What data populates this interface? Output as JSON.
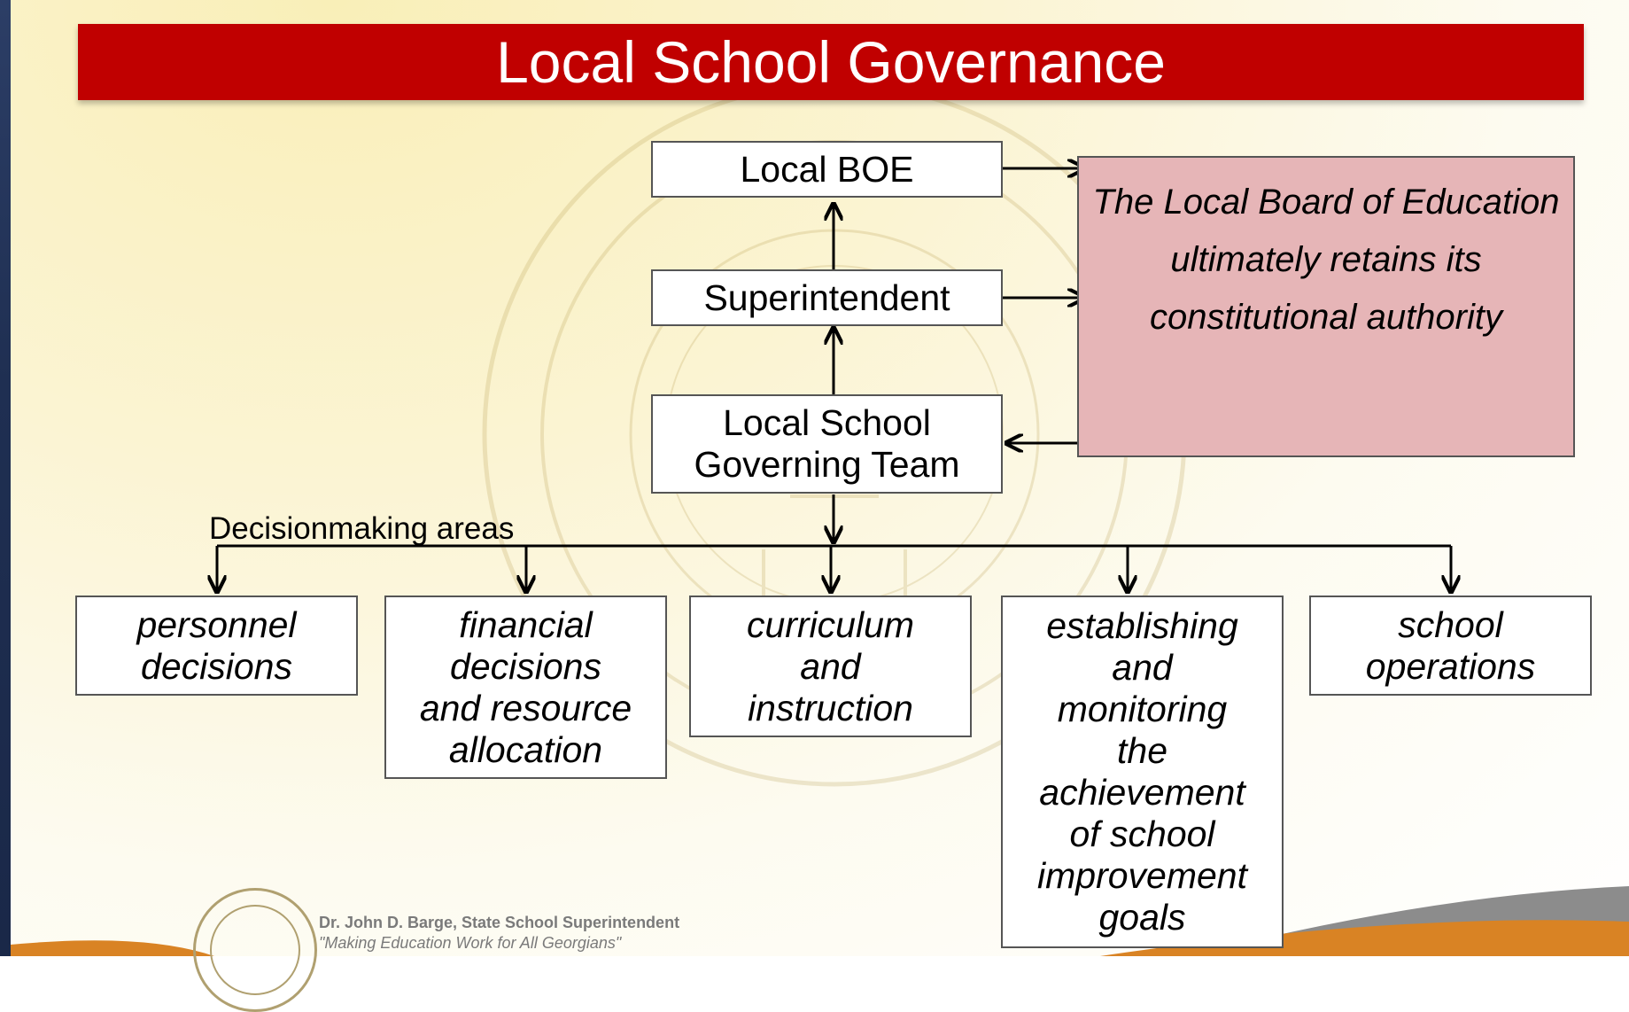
{
  "title": "Local School Governance",
  "boxes": {
    "local_boe": "Local BOE",
    "superintendent": "Superintendent",
    "governing_team": [
      "Local School",
      "Governing Team"
    ]
  },
  "note": "The Local Board of Education ultimately retains its constitutional authority",
  "areas_label": "Decisionmaking areas",
  "areas": {
    "personnel": [
      "personnel",
      "decisions"
    ],
    "financial": [
      "financial",
      "decisions",
      "and resource",
      "allocation"
    ],
    "curriculum": [
      "curriculum",
      "and",
      "instruction"
    ],
    "establishing": [
      "establishing",
      "and",
      "monitoring",
      "the",
      "achievement",
      "of school",
      "improvement",
      "goals"
    ],
    "operations": [
      "school",
      "operations"
    ]
  },
  "footer": {
    "name": "Dr. John D. Barge, State School Superintendent",
    "slogan": "\"Making Education Work for All Georgians\""
  },
  "colors": {
    "title_bar": "#c00000",
    "note_fill": "#e6b5b7",
    "frame": "#2c3e66",
    "footer_band_gray": "#8c8c8c",
    "footer_band_orange": "#d98324"
  }
}
